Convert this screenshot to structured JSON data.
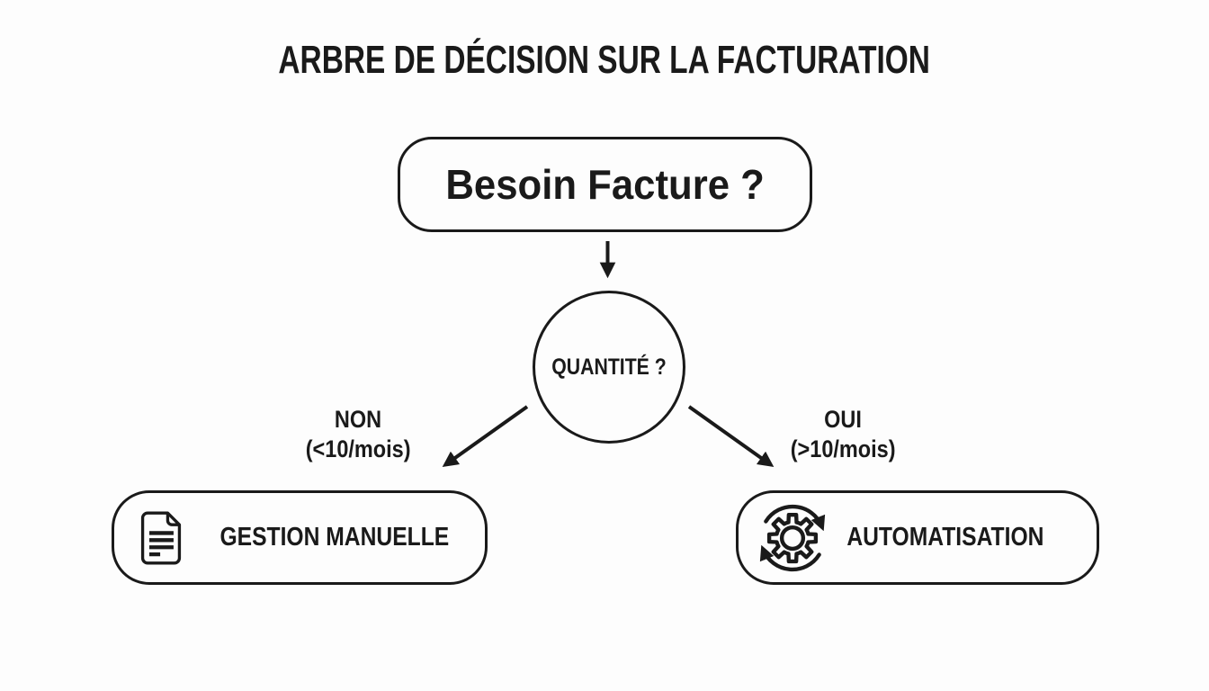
{
  "canvas": {
    "background": "#fdfdfd",
    "ink": "#1a1a1a"
  },
  "diagram": {
    "title": "ARBRE DE DÉCISION SUR LA FACTURATION",
    "nodes": {
      "root": {
        "label": "Besoin Facture ?",
        "shape": "rounded-rectangle"
      },
      "decision": {
        "label": "QUANTITÉ ?",
        "shape": "circle"
      },
      "outcome_left": {
        "label": "GESTION MANUELLE",
        "icon": "document-icon",
        "shape": "rounded-rectangle"
      },
      "outcome_right": {
        "label": "AUTOMATISATION",
        "icon": "automation-gear-icon",
        "shape": "rounded-rectangle"
      }
    },
    "edges": {
      "root_to_decision": {
        "type": "arrow-down"
      },
      "decision_to_left": {
        "label_line1": "NON",
        "label_line2": "(<10/mois)"
      },
      "decision_to_right": {
        "label_line1": "OUI",
        "label_line2": "(>10/mois)"
      }
    }
  }
}
